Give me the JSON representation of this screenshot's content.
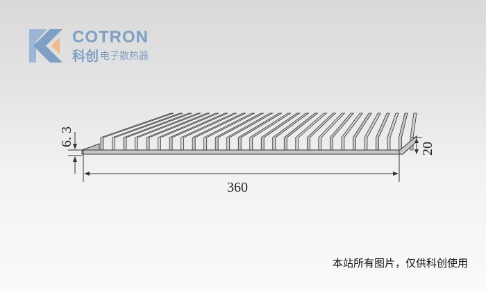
{
  "logo": {
    "brand": "COTRON",
    "brand_cn": "科创",
    "tagline": "电子散热器"
  },
  "drawing": {
    "dimensions": {
      "base_thickness": "6. 3",
      "height": "20",
      "width": "360"
    },
    "fin_count": 28
  },
  "caption": "本站所有图片，仅供科创使用",
  "colors": {
    "brand": "#7f9fc4",
    "accent": "#f0b98a"
  }
}
